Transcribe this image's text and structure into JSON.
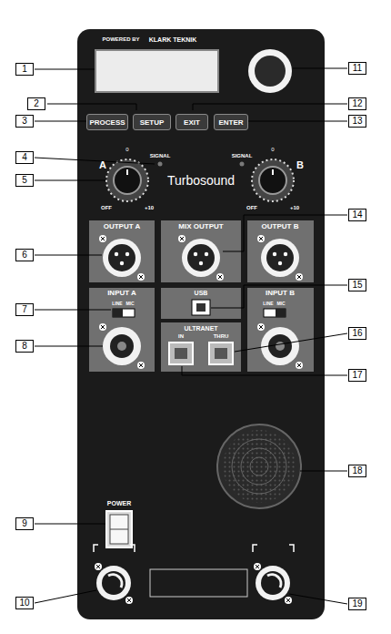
{
  "diagram": {
    "nodes": [
      {
        "text": [
          "PROCESS"
        ]
      },
      {
        "text": [
          "SETUP"
        ]
      },
      {
        "text": [
          "EXIT"
        ]
      },
      {
        "text": [
          "ENTER"
        ]
      }
    ],
    "labels": [
      "POWERED BY",
      "KLARK TEKNIK",
      "SIGNAL",
      "SIGNAL",
      "A",
      "B",
      "0",
      "0",
      "OFF",
      "+10",
      "OFF",
      "+10",
      "Turbosound",
      "OUTPUT A",
      "MIX OUTPUT",
      "OUTPUT B",
      "INPUT A",
      "LINE",
      "MIC",
      "INPUT B",
      "LINE",
      "MIC",
      "USB",
      "ULTRANET",
      "IN",
      "THRU",
      "POWER",
      "1",
      "2",
      "3",
      "4",
      "5",
      "6",
      "7",
      "8",
      "9",
      "10",
      "11",
      "12",
      "13",
      "14",
      "15",
      "16",
      "17",
      "18",
      "19"
    ]
  }
}
